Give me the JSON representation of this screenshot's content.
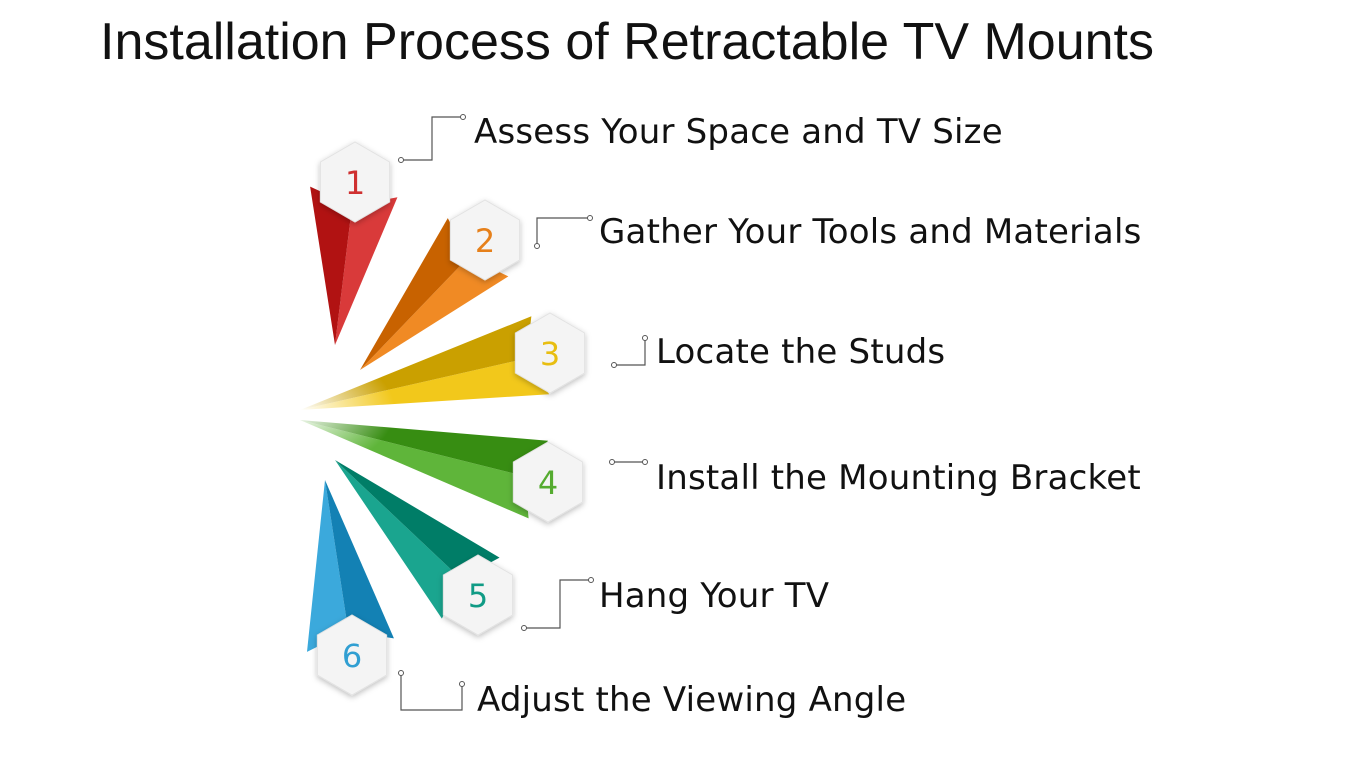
{
  "title": "Installation Process of Retractable TV Mounts",
  "steps": [
    {
      "number": "1",
      "label": "Assess Your Space and TV Size",
      "color": "#d93a3a"
    },
    {
      "number": "2",
      "label": "Gather Your Tools and Materials",
      "color": "#f08a24"
    },
    {
      "number": "3",
      "label": "Locate the Studs",
      "color": "#f2c81b"
    },
    {
      "number": "4",
      "label": "Install the Mounting Bracket",
      "color": "#5fb53a"
    },
    {
      "number": "5",
      "label": "Hang Your TV",
      "color": "#1aa58f"
    },
    {
      "number": "6",
      "label": "Adjust the Viewing Angle",
      "color": "#3ba9dc"
    }
  ]
}
